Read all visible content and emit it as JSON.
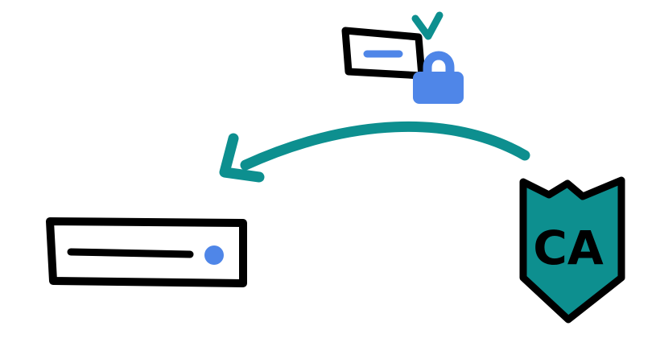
{
  "colors": {
    "teal": "#0d8f8f",
    "blue": "#4f86e8",
    "ink": "#000000",
    "background": "#ffffff"
  },
  "certificate_authority": {
    "label": "CA",
    "icon": "shield-icon"
  },
  "certificate": {
    "icon": "certificate-icon",
    "badges": [
      "checkmark-icon",
      "lock-icon"
    ]
  },
  "server": {
    "icon": "server-icon",
    "indicator": "status-light"
  },
  "connector": {
    "icon": "curved-arrow",
    "from": "certificate_authority",
    "to": "server"
  }
}
